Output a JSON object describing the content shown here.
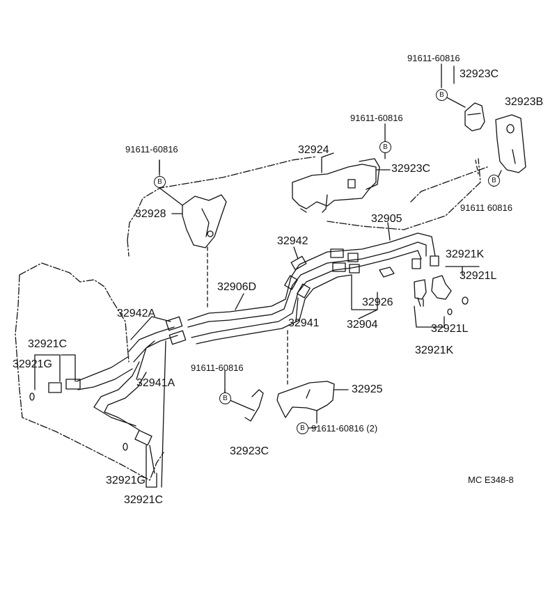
{
  "diagram": {
    "bolt_symbol": "B",
    "code": "MC  E348-8",
    "labels": {
      "p91611_60816_top": "91611-60816",
      "p32923C_top": "32923C",
      "p32923B": "32923B",
      "p91611_60816_mid": "91611-60816",
      "p32924": "32924",
      "p32923C_mid": "32923C",
      "p91611_60816_left": "91611-60816",
      "p32928": "32928",
      "p91611_60816_right": "91611 60816",
      "p32905": "32905",
      "p32942": "32942",
      "p32921K_top": "32921K",
      "p32921L_top": "32921L",
      "p32906D": "32906D",
      "p32942A": "32942A",
      "p32926": "32926",
      "p32941": "32941",
      "p32904": "32904",
      "p32921L_bottom": "32921L",
      "p32921K_bottom": "32921K",
      "p32921C_top": "32921C",
      "p32921G_top": "32921G",
      "p32941A": "32941A",
      "p91611_60816_lower": "91611-60816",
      "p32925": "32925",
      "p91611_60816_2": "91611-60816 (2)",
      "p32923C_bottom": "32923C",
      "p32921G_bottom": "32921G",
      "p32921C_bottom": "32921C"
    }
  }
}
